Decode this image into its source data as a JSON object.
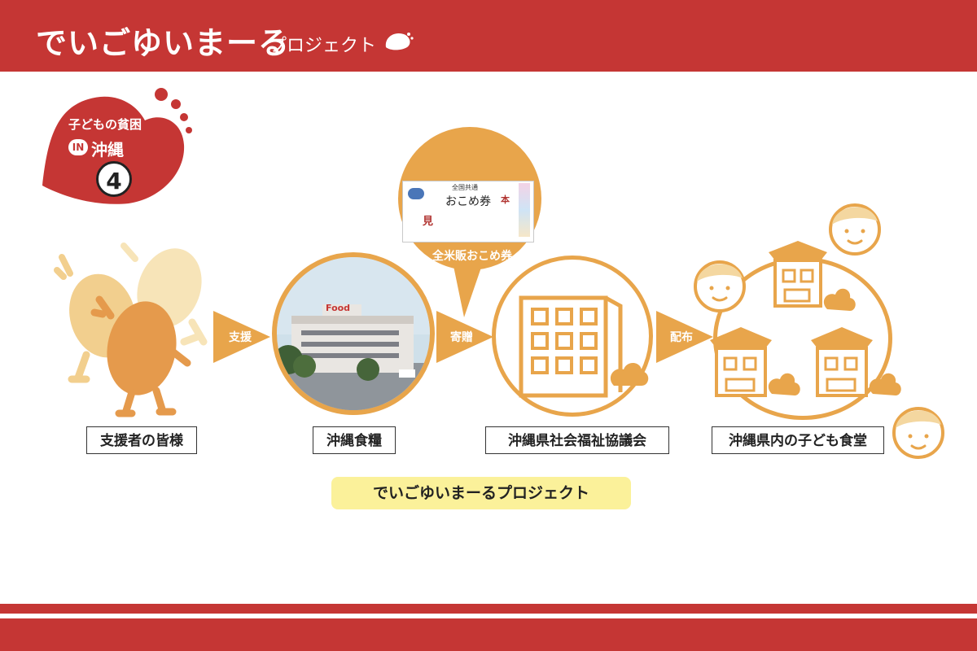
{
  "header": {
    "logo_main": "でいごゆいまーる",
    "logo_sub": "プロジェクト"
  },
  "badge": {
    "line1": "子どもの貧困",
    "in_mark": "IN",
    "line2": "沖縄",
    "number": "4"
  },
  "stages": [
    {
      "label": "支援者の皆様"
    },
    {
      "label": "沖縄食糧"
    },
    {
      "label": "沖縄県社会福祉協議会"
    },
    {
      "label": "沖縄県内の子ども食堂"
    }
  ],
  "arrows": [
    {
      "label": "支援"
    },
    {
      "label": "寄贈"
    },
    {
      "label": "配布"
    }
  ],
  "voucher": {
    "caption": "全米販おこめ券",
    "ticket_title": "おこめ券",
    "ticket_top": "全国共通",
    "ticket_sample": "見",
    "ticket_sample2": "本"
  },
  "project_label": "でいごゆいまーるプロジェクト",
  "building_sign": "Food",
  "colors": {
    "brand_red": "#c53634",
    "orange": "#e8a54b",
    "light_orange": "#f4d7a0",
    "label_yellow": "#fbf19a"
  }
}
